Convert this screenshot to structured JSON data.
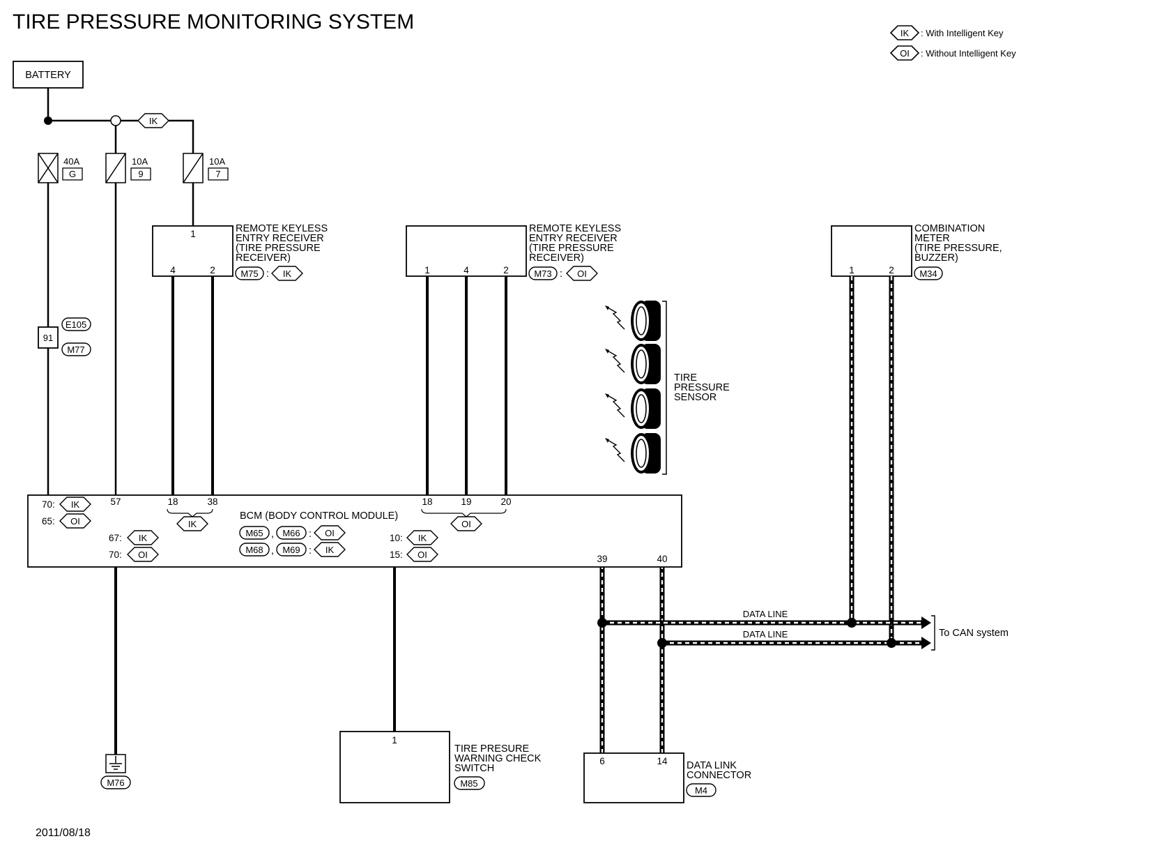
{
  "title": "TIRE PRESSURE MONITORING SYSTEM",
  "date": "2011/08/18",
  "legend": [
    {
      "tag": "IK",
      "text": ": With Intelligent Key"
    },
    {
      "tag": "OI",
      "text": ": Without Intelligent Key"
    }
  ],
  "battery": "BATTERY",
  "fuses": {
    "f40": {
      "amp": "40A",
      "id": "G"
    },
    "f10a": {
      "amp": "10A",
      "id": "9"
    },
    "f10b": {
      "amp": "10A",
      "id": "7"
    }
  },
  "fusible_tag": "IK",
  "joint": {
    "pin": "91",
    "c1": "E105",
    "c2": "M77"
  },
  "rke_ik": {
    "lines": [
      "REMOTE KEYLESS",
      "ENTRY RECEIVER",
      "(TIRE PRESSURE",
      " RECEIVER)"
    ],
    "conn": "M75",
    "tag": "IK",
    "pin_top": "1",
    "pins": [
      "4",
      "2"
    ]
  },
  "rke_oi": {
    "lines": [
      "REMOTE KEYLESS",
      "ENTRY RECEIVER",
      "(TIRE PRESSURE",
      " RECEIVER)"
    ],
    "conn": "M73",
    "tag": "OI",
    "pins": [
      "1",
      "4",
      "2"
    ]
  },
  "meter": {
    "lines": [
      "COMBINATION",
      "METER",
      "(TIRE PRESSURE,",
      " BUZZER)"
    ],
    "conn": "M34",
    "pins": [
      "1",
      "2"
    ]
  },
  "sensor": {
    "lines": [
      "TIRE",
      "PRESSURE",
      "SENSOR"
    ]
  },
  "bcm": {
    "title": "BCM (BODY CONTROL MODULE)",
    "conns": {
      "c1": "M65",
      "c2": "M66",
      "c3": "M68",
      "c4": "M69"
    },
    "sep": ",",
    "colon": ":",
    "pins": {
      "p70": "70:",
      "p65": "65:",
      "p57": "57",
      "p18a": "18",
      "p38": "38",
      "p18b": "18",
      "p19": "19",
      "p20": "20",
      "p67": "67:",
      "p70b": "70:",
      "p10": "10:",
      "p15": "15:",
      "p39": "39",
      "p40": "40"
    },
    "tags": {
      "ik": "IK",
      "oi": "OI"
    }
  },
  "data_line": "DATA LINE",
  "can": "To CAN system",
  "ground": {
    "conn": "M76"
  },
  "switch": {
    "lines": [
      "TIRE PRESURE",
      "WARNING CHECK",
      "SWITCH"
    ],
    "conn": "M85",
    "pin": "1"
  },
  "dlc": {
    "lines": [
      "DATA LINK",
      "CONNECTOR"
    ],
    "conn": "M4",
    "pins": [
      "6",
      "14"
    ]
  }
}
